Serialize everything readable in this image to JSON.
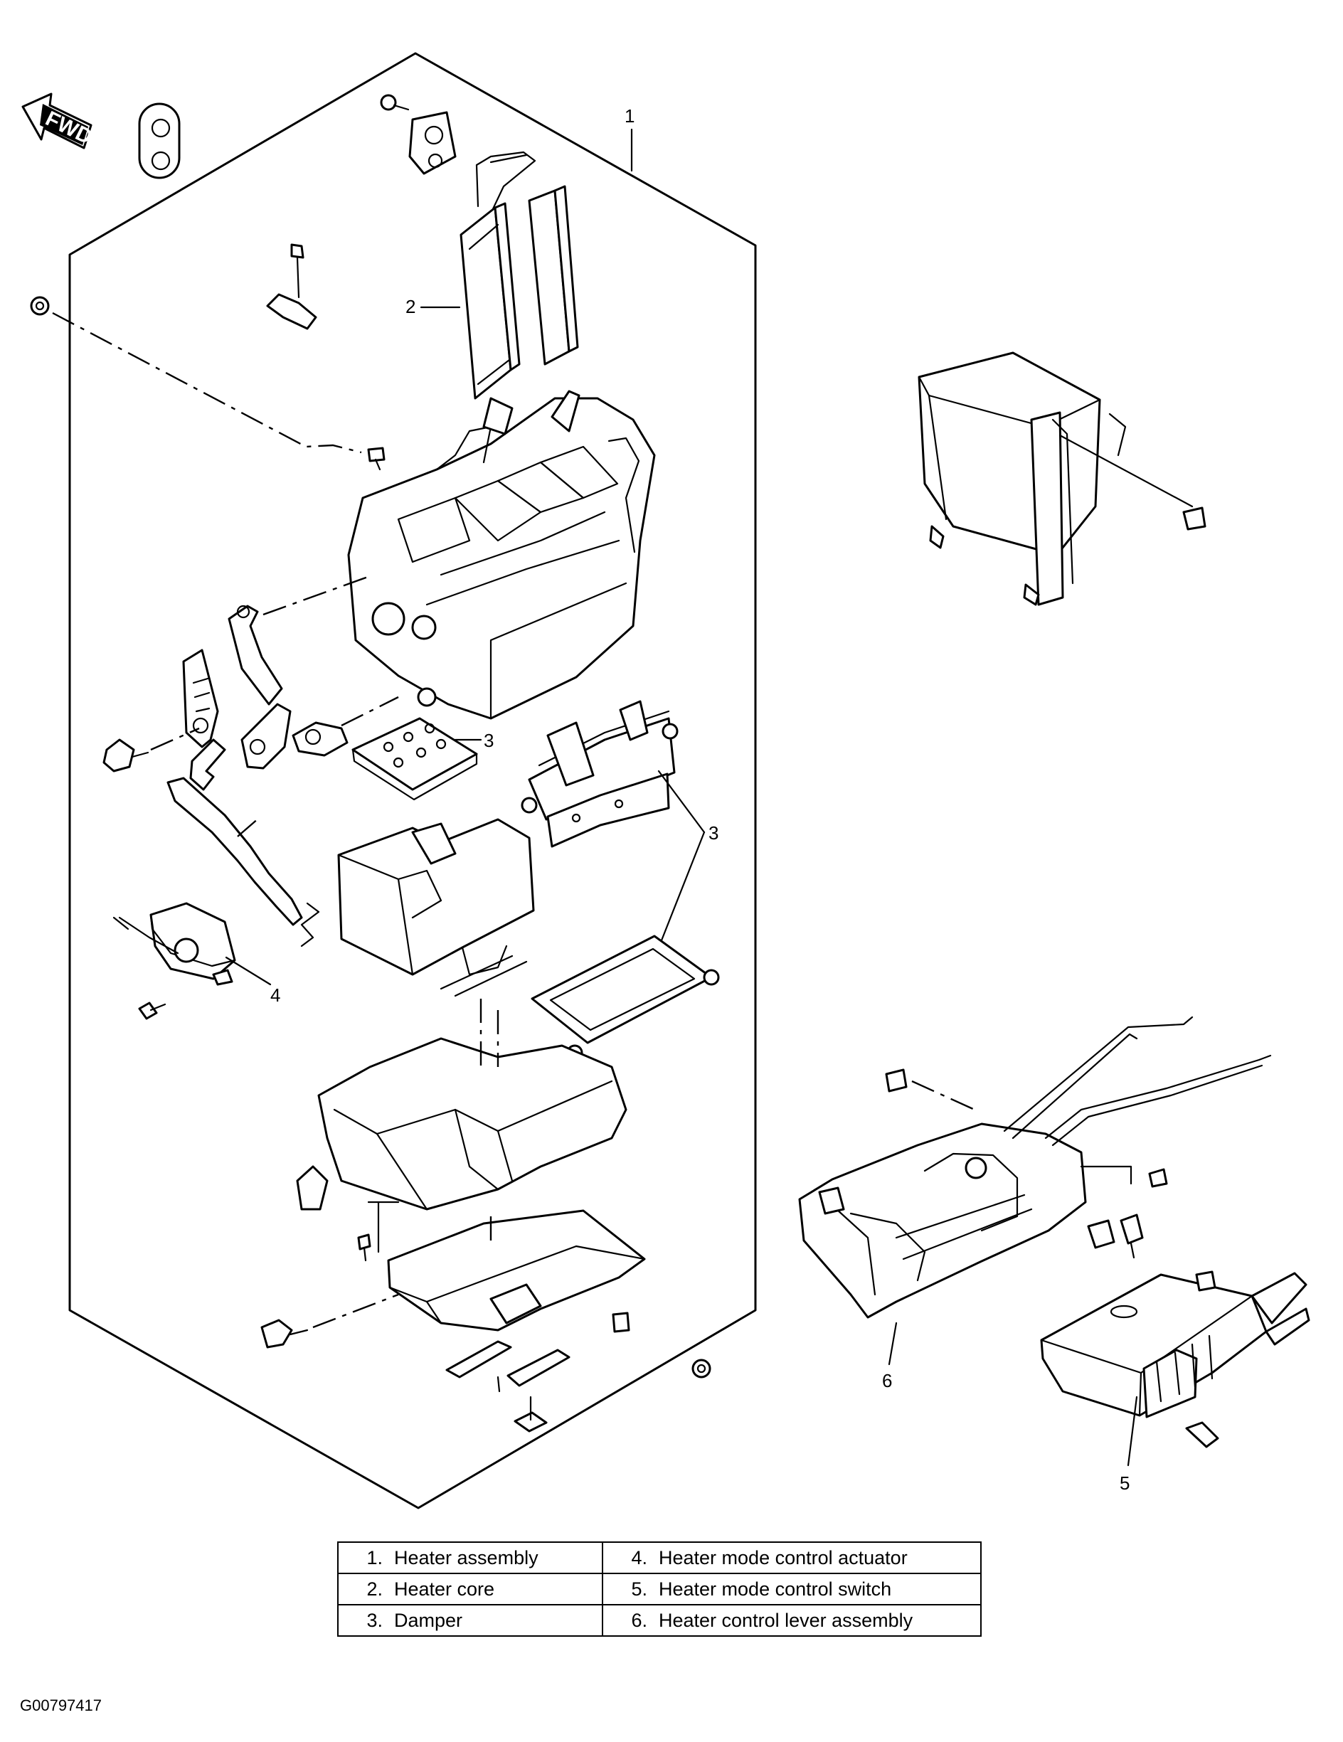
{
  "direction_badge": {
    "text": "FWD",
    "icon": "arrow-left-icon"
  },
  "callouts": {
    "c1": "1",
    "c2": "2",
    "c3a": "3",
    "c3b": "3",
    "c4": "4",
    "c5": "5",
    "c6": "6"
  },
  "legend": {
    "rows": [
      {
        "left": {
          "num": "1.",
          "label": "Heater assembly"
        },
        "right": {
          "num": "4.",
          "label": "Heater mode control actuator"
        }
      },
      {
        "left": {
          "num": "2.",
          "label": "Heater core"
        },
        "right": {
          "num": "5.",
          "label": "Heater mode control switch"
        }
      },
      {
        "left": {
          "num": "3.",
          "label": "Damper"
        },
        "right": {
          "num": "6.",
          "label": "Heater control lever assembly"
        }
      }
    ]
  },
  "image_code": "G00797417"
}
